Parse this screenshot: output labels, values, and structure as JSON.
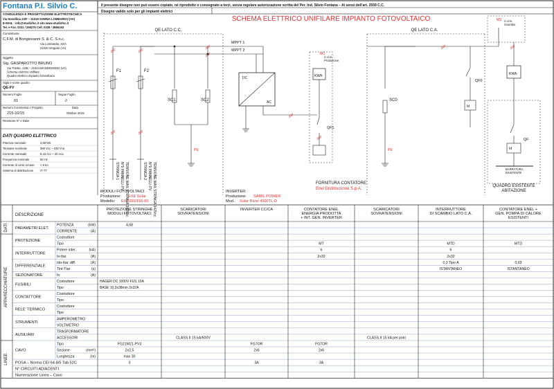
{
  "title_block": {
    "company": "Fontana P.I. Silvio C.",
    "company_sub": "CONSULENZA E PROGETTAZIONE ELETTROTECNICA",
    "address_lines": [
      "Via Novellina 23/F – 21019 SOMMA LOMBARDO (VA)",
      "E-MAIL : info@studiofsc.it sito www.studiofsc.it",
      "Tel. e Fax. 0331 / 256275 Cell. 0328 / 3886163"
    ],
    "client_label": "Committente",
    "client_name": "C.F.M. di Bongiovanni S. & C. S.n.c.",
    "client_addr": [
      "Via Lombardia, 32/A",
      "21020 Vergiate (VA)"
    ],
    "subject_label": "Oggetto",
    "subject_name": "Sig. GASPAROTTO BRUNO",
    "subject_lines": [
      "Via Trieste, 13/B – 21024 BIANDRONNO (VA)",
      "Schema elettrico unifilare",
      "Quadro elettrico impianto fotovoltaico"
    ],
    "panel_label": "Sigla e nome quadro",
    "panel_name": "QE-FV",
    "sheet_no_label": "Numero Foglio",
    "sheet_no": "01",
    "next_sheet_label": "Segue Foglio",
    "next_sheet": "//",
    "order_label": "Numero Commessa o Progetto",
    "order_no": "215-10/15",
    "date_label": "Data",
    "date": "Ottobre 2015",
    "revision_label": "Revisione N° e Data",
    "revision_value": "-",
    "data_title": "DATI QUADRO ELETTRICO",
    "params": [
      {
        "label": "Potenza nominale",
        "value": "4,68 kW"
      },
      {
        "label": "Tensione nominale",
        "value": "360 Vcc – 230 Vca"
      },
      {
        "label": "Corrente nominale",
        "value": "8,43 Acc – 20 Aca"
      },
      {
        "label": "Frequenza nominale",
        "value": "50 Hz"
      },
      {
        "label": "Corrente di corto circuito",
        "value": "< 6 kA"
      },
      {
        "label": "Sistema di distribuzione",
        "value": "IT-TT"
      }
    ]
  },
  "notice": {
    "line1": "Il presente disegno non può essere copiato, né riprodotto o consegnato a terzi, senza regolare autorizzazione scritta del Per. Ind. Silvio Fontana – Ai sensi dell'art. 2559 C.C.",
    "line2": "Disegno valido solo per gli impianti elettrici"
  },
  "schema_title": "SCHEMA ELETTRICO UNIFILARE IMPIANTO FOTOVOLTAICO",
  "diagram": {
    "qe_cc": "QE LATO C.C.",
    "qe_ca": "QE LATO C.A.",
    "mppt1": "MPPT 1",
    "mppt2": "MPPT 2",
    "f1": "F1",
    "f2": "F2",
    "sc1": "SC1",
    "sc2": "SC2",
    "sc0": "SC0",
    "pe": "PE",
    "dc": "DC",
    "ac": "AC",
    "qf0": "QF0",
    "qf1": "QF1",
    "qf": "QF",
    "id": "Id",
    "kwh": "KWh",
    "m1": "M1",
    "m1_sub": [
      "C.d.m.",
      "Produzione"
    ],
    "m2": "M2",
    "m2_sub": [
      "C.d.m.",
      "Scambio"
    ],
    "string1": [
      "STRINGA 1",
      "N°9 PANNELLI FV",
      "TENSIONE MAX STRINGA 342Vcc"
    ],
    "string2": [
      "STRINGA 2",
      "N°9 PANNELLI FV",
      "TENSIONE MAX STRINGA 342Vcc"
    ],
    "barratura": [
      "BARRATURA",
      "ESISTENTE"
    ],
    "fornitura": "FORNITURA CONTATORE:",
    "fornitura_val": "Enel Distribuzione S.p.A.",
    "quadro_esistente": [
      "QUADRO ESISTENTE",
      "ABITAZIONE"
    ],
    "moduli_label": "MODULI FOTOVOLTAICI",
    "moduli_prod_label": "Produzione:",
    "moduli_prod": "EXE Solar",
    "moduli_model_label": "Modello:",
    "moduli_model": "EXP260/156-60",
    "inverter_label": "INVERTER:",
    "inverter_prod_label": "Produzione:",
    "inverter_prod": "SAMIL POWER",
    "inverter_model_label": "Mod.:",
    "inverter_model": "Solar River 4500TL-D"
  },
  "table": {
    "side_dati": "DATI",
    "side_app": "APPARECCHIATURE",
    "side_linee": "LINEE",
    "descr_label": "DESCRIZIONE",
    "columns": [
      "PROTEZIONE STRINGHE\nMODULI FOTOVOLTAICI",
      "SCARICATORI\nSOVRATENSIONI",
      "INVERTER CC/CA",
      "CONTATORE ENEL\nENERGIA PRODOTTA\n+ INT. GEN. INVERTER",
      "SCARICATORI\nSOVRATENSIONI",
      "INTERRUTTORE\nDI SCAMBIO LATO C.A.",
      "CONTATORE ENEL +\nGEN. POMPA DI CALORE\nESISTENTI"
    ],
    "rows": [
      {
        "group": "PARAMETRI ELET.",
        "sub": "POTENZA",
        "unit": "(kW)",
        "cells": [
          "4,68",
          "",
          "",
          "",
          "",
          "",
          ""
        ]
      },
      {
        "group": "",
        "sub": "CORRENTE",
        "unit": "(A)",
        "cells": [
          "",
          "",
          "",
          "",
          "",
          "",
          ""
        ]
      },
      {
        "group": "PROTEZIONE",
        "sub": "Costruttore",
        "unit": "",
        "cells": [
          "",
          "",
          "",
          "",
          "",
          "",
          ""
        ]
      },
      {
        "group": "",
        "sub": "Tipo",
        "unit": "",
        "cells": [
          "",
          "",
          "",
          "MT",
          "",
          "MTD",
          "MTD"
        ]
      },
      {
        "group": "INTERRUTTORE",
        "sub": "Potere inter.",
        "unit": "(kA)",
        "cells": [
          "",
          "",
          "",
          "6",
          "",
          "6",
          ""
        ]
      },
      {
        "group": "",
        "sub": "In-Itar.",
        "unit": "(A)",
        "cells": [
          "",
          "",
          "",
          "2x32",
          "",
          "2x32",
          ""
        ]
      },
      {
        "group": "DIFFERENZIALE",
        "sub": "Idn-Itar. diff.",
        "unit": "(A)",
        "cells": [
          "",
          "",
          "",
          "",
          "",
          "0,3 Tipo A",
          "0,03"
        ]
      },
      {
        "group": "",
        "sub": "Tint-Ttar",
        "unit": "(s)",
        "cells": [
          "",
          "",
          "",
          "",
          "",
          "ISTANTANEO",
          "ISTANTANEO"
        ]
      },
      {
        "group": "SEZIONATORE",
        "sub": "In",
        "unit": "(A)",
        "cells": [
          "",
          "",
          "",
          "",
          "",
          "",
          ""
        ]
      },
      {
        "group": "FUSIBILI",
        "sub": "Costruttore",
        "unit": "",
        "cells": [
          "HAGER DC 1000V FUS 10A",
          "",
          "",
          "",
          "",
          "",
          ""
        ]
      },
      {
        "group": "",
        "sub": "Tipo",
        "unit": "",
        "cells": [
          "BASE 10,3x38mm 2x32A",
          "",
          "",
          "",
          "",
          "",
          ""
        ]
      },
      {
        "group": "CONTATTORE",
        "sub": "Costruttore",
        "unit": "",
        "cells": [
          "",
          "",
          "",
          "",
          "",
          "",
          ""
        ]
      },
      {
        "group": "",
        "sub": "Tipo",
        "unit": "",
        "cells": [
          "",
          "",
          "",
          "",
          "",
          "",
          ""
        ]
      },
      {
        "group": "RELE' TERMICO",
        "sub": "Costruttore",
        "unit": "",
        "cells": [
          "",
          "",
          "",
          "",
          "",
          "",
          ""
        ]
      },
      {
        "group": "",
        "sub": "Tipo",
        "unit": "",
        "cells": [
          "",
          "",
          "",
          "",
          "",
          "",
          ""
        ]
      },
      {
        "group": "STRUMENTI",
        "sub": "AMPEROMETRO",
        "unit": "",
        "cells": [
          "",
          "",
          "",
          "",
          "",
          "",
          ""
        ]
      },
      {
        "group": "",
        "sub": "VOLTMETRO",
        "unit": "",
        "cells": [
          "",
          "",
          "",
          "",
          "",
          "",
          ""
        ]
      },
      {
        "group": "AUSILIARI",
        "sub": "TRASFORMATORE",
        "unit": "",
        "cells": [
          "",
          "",
          "",
          "",
          "",
          "",
          ""
        ]
      },
      {
        "group": "",
        "sub": "ACCESSORI",
        "unit": "",
        "cells": [
          "",
          "CLASS.II 15 kA/600V",
          "",
          "",
          "CLASS.II 15 kA per polo",
          "",
          ""
        ]
      },
      {
        "group": "CAVO",
        "sub": "Tipo",
        "unit": "",
        "cells": [
          "FG21M21-PV3",
          "",
          "FG7OR",
          "FG7OR",
          "",
          "",
          ""
        ]
      },
      {
        "group": "",
        "sub": "Sezione",
        "unit": "(mm²)",
        "cells": [
          "2x2,5",
          "",
          "2x6",
          "2x6",
          "",
          "",
          ""
        ]
      },
      {
        "group": "",
        "sub": "Lunghezza",
        "unit": "(m)",
        "cells": [
          "max 30",
          "",
          "",
          "",
          "",
          "",
          ""
        ]
      },
      {
        "group": "POSA – Norma CEI 64-8/5 Tab.52C",
        "sub": "",
        "unit": "",
        "cells": [
          "3",
          "",
          "3A",
          "3A",
          "",
          "",
          ""
        ]
      },
      {
        "group": "N° CIRCUITI ADIACENTI",
        "sub": "",
        "unit": "",
        "cells": [
          "",
          "",
          "",
          "",
          "",
          "",
          ""
        ]
      },
      {
        "group": "Numerazione Linea – Cavo",
        "sub": "",
        "unit": "",
        "cells": [
          "",
          "",
          "",
          "",
          "",
          "",
          ""
        ]
      }
    ]
  },
  "colors": {
    "brand": "#1c7fc4",
    "accent_red": "#e03030",
    "line": "#222222",
    "grid_blue": "#5a7fb8"
  }
}
